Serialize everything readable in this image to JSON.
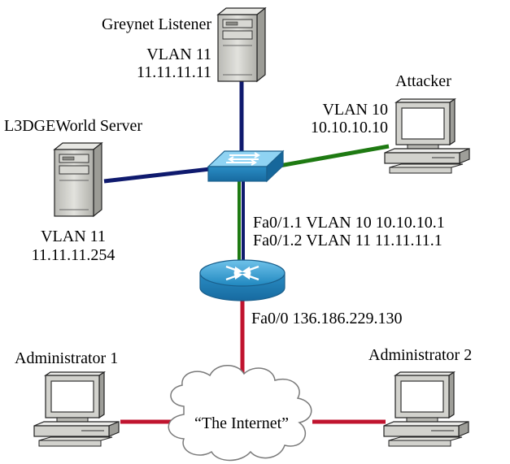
{
  "colors": {
    "vlan11_link": "#0f1a6e",
    "vlan10_link": "#1e7a12",
    "internet_link": "#c0142f",
    "trunk_link": "#1e7a12",
    "device_gray": "#c9c9c4",
    "network_blue": "#2a93c9"
  },
  "nodes": {
    "greynet": {
      "name": "Greynet Listener",
      "vlan": "VLAN 11",
      "ip": "11.11.11.11",
      "icon": "server-icon"
    },
    "l3dge": {
      "name": "L3DGEWorld Server",
      "vlan": "VLAN 11",
      "ip": "11.11.11.254",
      "icon": "server-icon"
    },
    "attacker": {
      "name": "Attacker",
      "vlan": "VLAN 10",
      "ip": "10.10.10.10",
      "icon": "workstation-icon"
    },
    "switch": {
      "icon": "switch-icon"
    },
    "router": {
      "icon": "router-icon",
      "sub1": "Fa0/1.1 VLAN 10 10.10.10.1",
      "sub2": "Fa0/1.2 VLAN 11 11.11.11.1",
      "wan": "Fa0/0 136.186.229.130"
    },
    "admin1": {
      "name": "Administrator 1",
      "icon": "workstation-icon"
    },
    "admin2": {
      "name": "Administrator 2",
      "icon": "workstation-icon"
    },
    "internet": {
      "name": "“The Internet”",
      "icon": "cloud-icon"
    }
  }
}
